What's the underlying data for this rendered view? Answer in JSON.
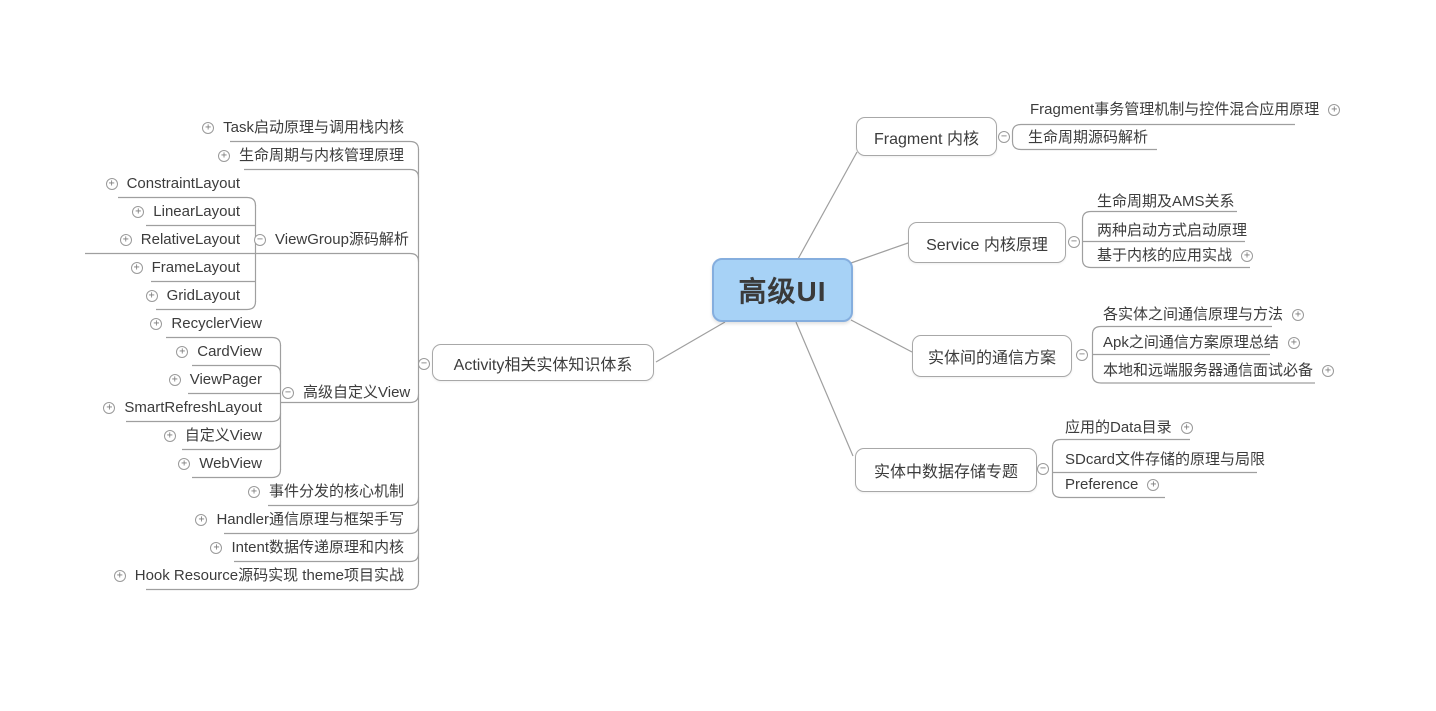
{
  "glyphs": {
    "plus": "+",
    "minus": "−"
  },
  "colors": {
    "center_fill": "#a7d2f6",
    "center_border": "#85aede",
    "connector_line": "#9f9f9f",
    "node_border": "#a8a8a8",
    "text": "#3c3c3c"
  },
  "center": {
    "label": "高级UI"
  },
  "branches": {
    "activity": {
      "hub": "Activity相关实体知识体系",
      "top_rows": [
        "Task启动原理与调用栈内核",
        "生命周期与内核管理原理"
      ],
      "bottom_rows": [
        "事件分发的核心机制",
        "Handler通信原理与框架手写",
        "Intent数据传递原理和内核",
        "Hook Resource源码实现 theme项目实战"
      ],
      "viewgroup": {
        "hub": "ViewGroup源码解析",
        "children": [
          "ConstraintLayout",
          "LinearLayout",
          "RelativeLayout",
          "FrameLayout",
          "GridLayout"
        ]
      },
      "customview": {
        "hub": "高级自定义View",
        "children": [
          "RecyclerView",
          "CardView",
          "ViewPager",
          "SmartRefreshLayout",
          "自定义View",
          "WebView"
        ]
      }
    },
    "fragment": {
      "hub": "Fragment 内核",
      "children": [
        "Fragment事务管理机制与控件混合应用原理",
        "生命周期源码解析"
      ]
    },
    "service": {
      "hub": "Service 内核原理",
      "children": [
        "生命周期及AMS关系",
        "两种启动方式启动原理",
        "基于内核的应用实战"
      ]
    },
    "communication": {
      "hub": "实体间的通信方案",
      "children": [
        "各实体之间通信原理与方法",
        "Apk之间通信方案原理总结",
        "本地和远端服务器通信面试必备"
      ]
    },
    "storage": {
      "hub": "实体中数据存储专题",
      "children": [
        "应用的Data目录",
        "SDcard文件存储的原理与局限",
        "Preference"
      ]
    }
  }
}
